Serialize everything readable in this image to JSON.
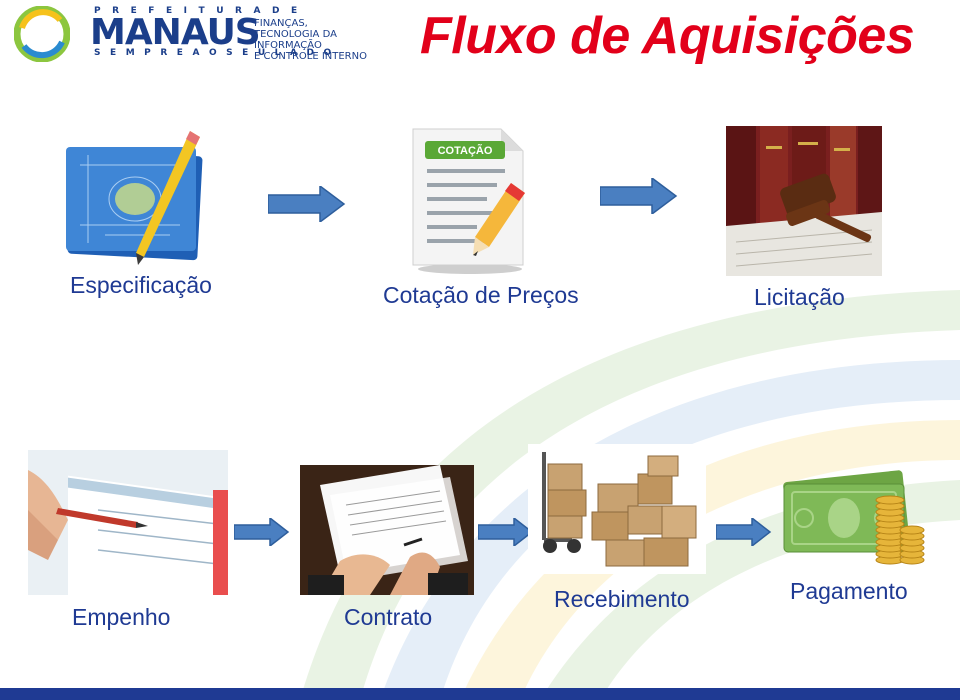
{
  "header": {
    "logo": {
      "prefix": "P R E F E I T U R A   D E",
      "name": "MANAUS",
      "slogan": "S E M P R E  A O  S E U  L A D O",
      "department_lines": [
        "FINANÇAS,",
        "TECNOLOGIA DA INFORMAÇÃO",
        "E CONTROLE INTERNO"
      ]
    },
    "title": "Fluxo de Aquisições"
  },
  "steps": [
    {
      "label": "Especificação",
      "icon": "blueprint-pencil-icon"
    },
    {
      "label": "Cotação de Preços",
      "icon": "document-quote-icon",
      "badge": "COTAÇÃO"
    },
    {
      "label": "Licitação",
      "icon": "gavel-icon"
    },
    {
      "label": "Empenho",
      "icon": "check-signing-icon"
    },
    {
      "label": "Contrato",
      "icon": "contract-signing-icon"
    },
    {
      "label": "Recebimento",
      "icon": "boxes-handtruck-icon"
    },
    {
      "label": "Pagamento",
      "icon": "money-coins-icon"
    }
  ],
  "colors": {
    "title": "#e2001a",
    "label": "#1f3a93",
    "arrow": "#4a7fc1",
    "bottom_bar": "#1f3a93"
  }
}
